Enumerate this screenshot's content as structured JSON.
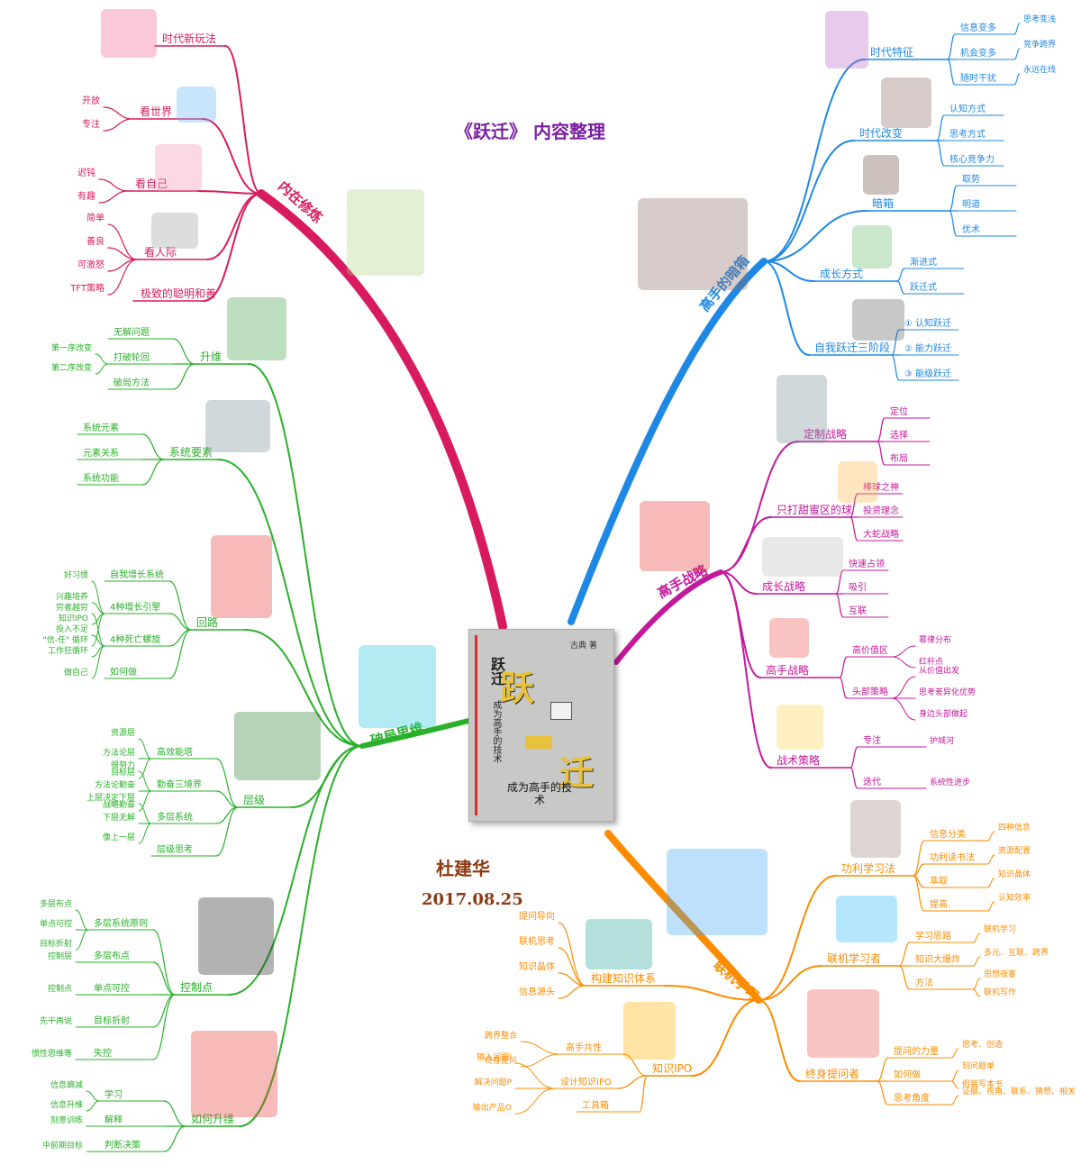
{
  "title": "《跃迁》 内容整理",
  "author": "杜建华",
  "date": "2017.08.25",
  "book_cover": {
    "title_char_1": "跃",
    "title_char_2": "迁",
    "vertical_title": "跃迁",
    "subtitle": "成为高手的技术",
    "author": "古典 著"
  },
  "colors": {
    "inner": "#d81b60",
    "expert_box": "#1e88e5",
    "expert_strategy": "#c2189b",
    "link_learning": "#fb8c00",
    "breakthrough": "#2ab02a"
  },
  "branches": {
    "inner": {
      "label": "内在修炼",
      "children": [
        {
          "label": "时代新玩法",
          "items": []
        },
        {
          "label": "看世界",
          "items": [
            "开放",
            "专注"
          ]
        },
        {
          "label": "看自己",
          "items": [
            "迟钝",
            "有趣"
          ]
        },
        {
          "label": "看人际",
          "items": [
            "简单",
            "善良",
            "可激怒",
            "TFT策略"
          ]
        },
        {
          "label": "极致的聪明和善",
          "items": []
        }
      ]
    },
    "expert_box": {
      "label": "高手的暗箱",
      "children": [
        {
          "label": "时代特征",
          "items": [
            {
              "text": "信息变多",
              "sub": "思考变浅"
            },
            {
              "text": "机会变多",
              "sub": "竞争跨界"
            },
            {
              "text": "随时干扰",
              "sub": "永远在线"
            }
          ]
        },
        {
          "label": "时代改变",
          "items": [
            {
              "text": "认知方式"
            },
            {
              "text": "思考方式"
            },
            {
              "text": "核心竞争力"
            }
          ]
        },
        {
          "label": "暗箱",
          "items": [
            {
              "text": "取势"
            },
            {
              "text": "明道"
            },
            {
              "text": "优术"
            }
          ]
        },
        {
          "label": "成长方式",
          "items": [
            {
              "text": "渐进式"
            },
            {
              "text": "跃迁式"
            }
          ]
        },
        {
          "label": "自我跃迁三阶段",
          "items": [
            {
              "text": "① 认知跃迁"
            },
            {
              "text": "② 能力跃迁"
            },
            {
              "text": "③ 能级跃迁"
            }
          ]
        }
      ]
    },
    "expert_strategy": {
      "label": "高手战略",
      "children": [
        {
          "label": "定制战略",
          "items": [
            {
              "text": "定位"
            },
            {
              "text": "选择"
            },
            {
              "text": "布局"
            }
          ]
        },
        {
          "label": "只打甜蜜区的球",
          "items": [
            {
              "text": "棒球之神"
            },
            {
              "text": "投资理念"
            },
            {
              "text": "大蛇战略"
            }
          ]
        },
        {
          "label": "成长战略",
          "items": [
            {
              "text": "快速占领"
            },
            {
              "text": "吸引"
            },
            {
              "text": "互联"
            }
          ]
        },
        {
          "label": "高手战略",
          "items": [
            {
              "text": "高价值区",
              "subs": [
                "幂律分布",
                "红杆点"
              ]
            },
            {
              "text": "头部策略",
              "subs": [
                "从价值出发",
                "思考差异化优势",
                "身边头部做起"
              ]
            }
          ]
        },
        {
          "label": "战术策略",
          "items": [
            {
              "text": "专注",
              "subs": [
                "护城河"
              ]
            },
            {
              "text": "迭代",
              "subs": [
                "系统性进步"
              ]
            }
          ]
        }
      ]
    },
    "link_learning": {
      "label": "联机学习",
      "children": [
        {
          "label": "功利学习法",
          "items": [
            {
              "text": "信息分类",
              "sub": "四种信息"
            },
            {
              "text": "功利读书法",
              "sub": "资源配置"
            },
            {
              "text": "萃取",
              "sub": "知识晶体"
            },
            {
              "text": "提高",
              "sub": "认知效率"
            }
          ]
        },
        {
          "label": "联机学习者",
          "items": [
            {
              "text": "学习思路",
              "sub": "联机学习"
            },
            {
              "text": "知识大爆炸",
              "sub": "多元、互联、跨界"
            },
            {
              "text": "方法",
              "subs": [
                "思想夜宴",
                "联机写作"
              ]
            }
          ]
        },
        {
          "label": "终身提问者",
          "items": [
            {
              "text": "提问的力量",
              "sub": "思考、创造"
            },
            {
              "text": "如何做",
              "subs": [
                "刻问题单",
                "假装写本书"
              ]
            },
            {
              "text": "思考角度",
              "sub": "证据、视角、联系、猜想、相关"
            }
          ]
        },
        {
          "label": "构建知识体系",
          "items": [
            {
              "text": "提问导向"
            },
            {
              "text": "联机思考"
            },
            {
              "text": "知识晶体"
            },
            {
              "text": "信息源头"
            }
          ]
        },
        {
          "label": "知识IPO",
          "items": [
            {
              "text": "高手共性",
              "subs": [
                "跨界整合",
                "终身提问"
              ]
            },
            {
              "text": "设计知识IPO",
              "subs": [
                "输入问题I",
                "解决问题P",
                "输出产品O"
              ]
            },
            {
              "text": "工具箱"
            }
          ]
        }
      ]
    },
    "breakthrough": {
      "label": "破局思维",
      "children": [
        {
          "label": "升维",
          "items": [
            {
              "text": "无解问题"
            },
            {
              "text": "打破轮回",
              "subs": [
                "第一序改变",
                "第二序改变"
              ]
            },
            {
              "text": "破局方法"
            }
          ]
        },
        {
          "label": "系统要素",
          "items": [
            {
              "text": "系统元素"
            },
            {
              "text": "元素关系"
            },
            {
              "text": "系统功能"
            }
          ]
        },
        {
          "label": "回路",
          "items": [
            {
              "text": "自我增长系统"
            },
            {
              "text": "4种增长引擎",
              "subs": [
                "好习惯",
                "兴趣培养",
                "知识IPO",
                "\"信-任\" 循环"
              ]
            },
            {
              "text": "4种死亡螺旋",
              "subs": [
                "穷者越穷",
                "投入不足",
                "工作狂循环",
                "做自己"
              ]
            },
            {
              "text": "如何做"
            }
          ]
        },
        {
          "label": "层级",
          "items": [
            {
              "text": "高效能塔",
              "subs": [
                "资源层",
                "方法论层",
                "目标层"
              ]
            },
            {
              "text": "勤奋三境界",
              "subs": [
                "很努力",
                "方法论勤奋",
                "战略勤奋"
              ]
            },
            {
              "text": "多层系统",
              "subs": [
                "上层决定下层",
                "下层无解",
                "像上一层"
              ]
            },
            {
              "text": "层级思考"
            }
          ]
        },
        {
          "label": "控制点",
          "items": [
            {
              "text": "多层系统原则",
              "subs": [
                "多层布点",
                "单点可控",
                "目标折射"
              ]
            },
            {
              "text": "多层布点",
              "subs": [
                "控制层"
              ]
            },
            {
              "text": "单点可控",
              "subs": [
                "控制点"
              ]
            },
            {
              "text": "目标折射",
              "subs": [
                "先干再说"
              ]
            },
            {
              "text": "失控",
              "subs": [
                "惯性思维等"
              ]
            }
          ]
        },
        {
          "label": "如何升维",
          "items": [
            {
              "text": "学习",
              "subs": [
                "信息熵减",
                "信息升维"
              ]
            },
            {
              "text": "解释",
              "subs": [
                "刻意训练"
              ]
            },
            {
              "text": "判断决策",
              "subs": [
                "中前期目标"
              ]
            }
          ]
        }
      ]
    }
  }
}
